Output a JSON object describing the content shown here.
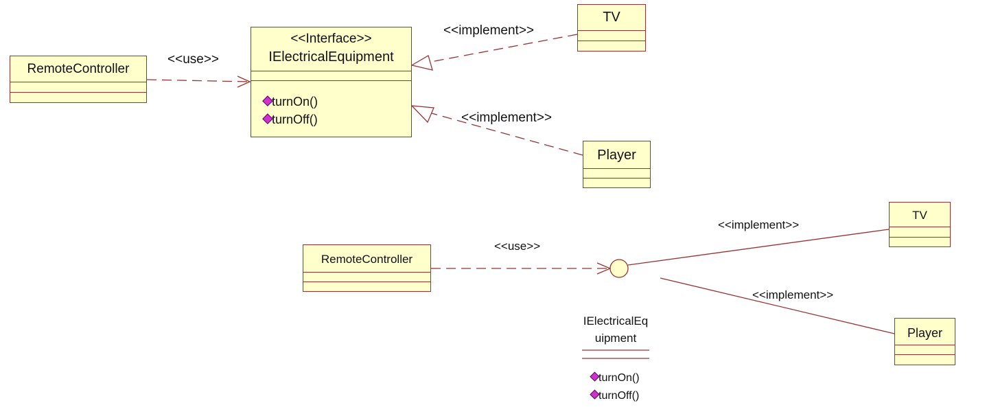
{
  "top_diagram": {
    "client": {
      "name": "RemoteController"
    },
    "interface": {
      "stereotype": "<<Interface>>",
      "name": "IElectricalEquipment",
      "operations": [
        "turnOn()",
        "turnOff()"
      ]
    },
    "impl_tv": {
      "name": "TV"
    },
    "impl_player": {
      "name": "Player"
    },
    "use_label": "<<use>>",
    "implement_label_tv": "<<implement>>",
    "implement_label_player": "<<implement>>"
  },
  "bottom_diagram": {
    "client": {
      "name": "RemoteController"
    },
    "interface_lollipop": {
      "name_line1": "IElectricalEq",
      "name_line2": "uipment",
      "operations": [
        "turnOn()",
        "turnOff()"
      ]
    },
    "impl_tv": {
      "name": "TV"
    },
    "impl_player": {
      "name": "Player"
    },
    "use_label": "<<use>>",
    "implement_label_tv": "<<implement>>",
    "implement_label_player": "<<implement>>"
  },
  "colors": {
    "box_fill": "#ffffcc",
    "box_border": "#993333",
    "line": "#993333",
    "operation_marker": "#cc33cc"
  }
}
